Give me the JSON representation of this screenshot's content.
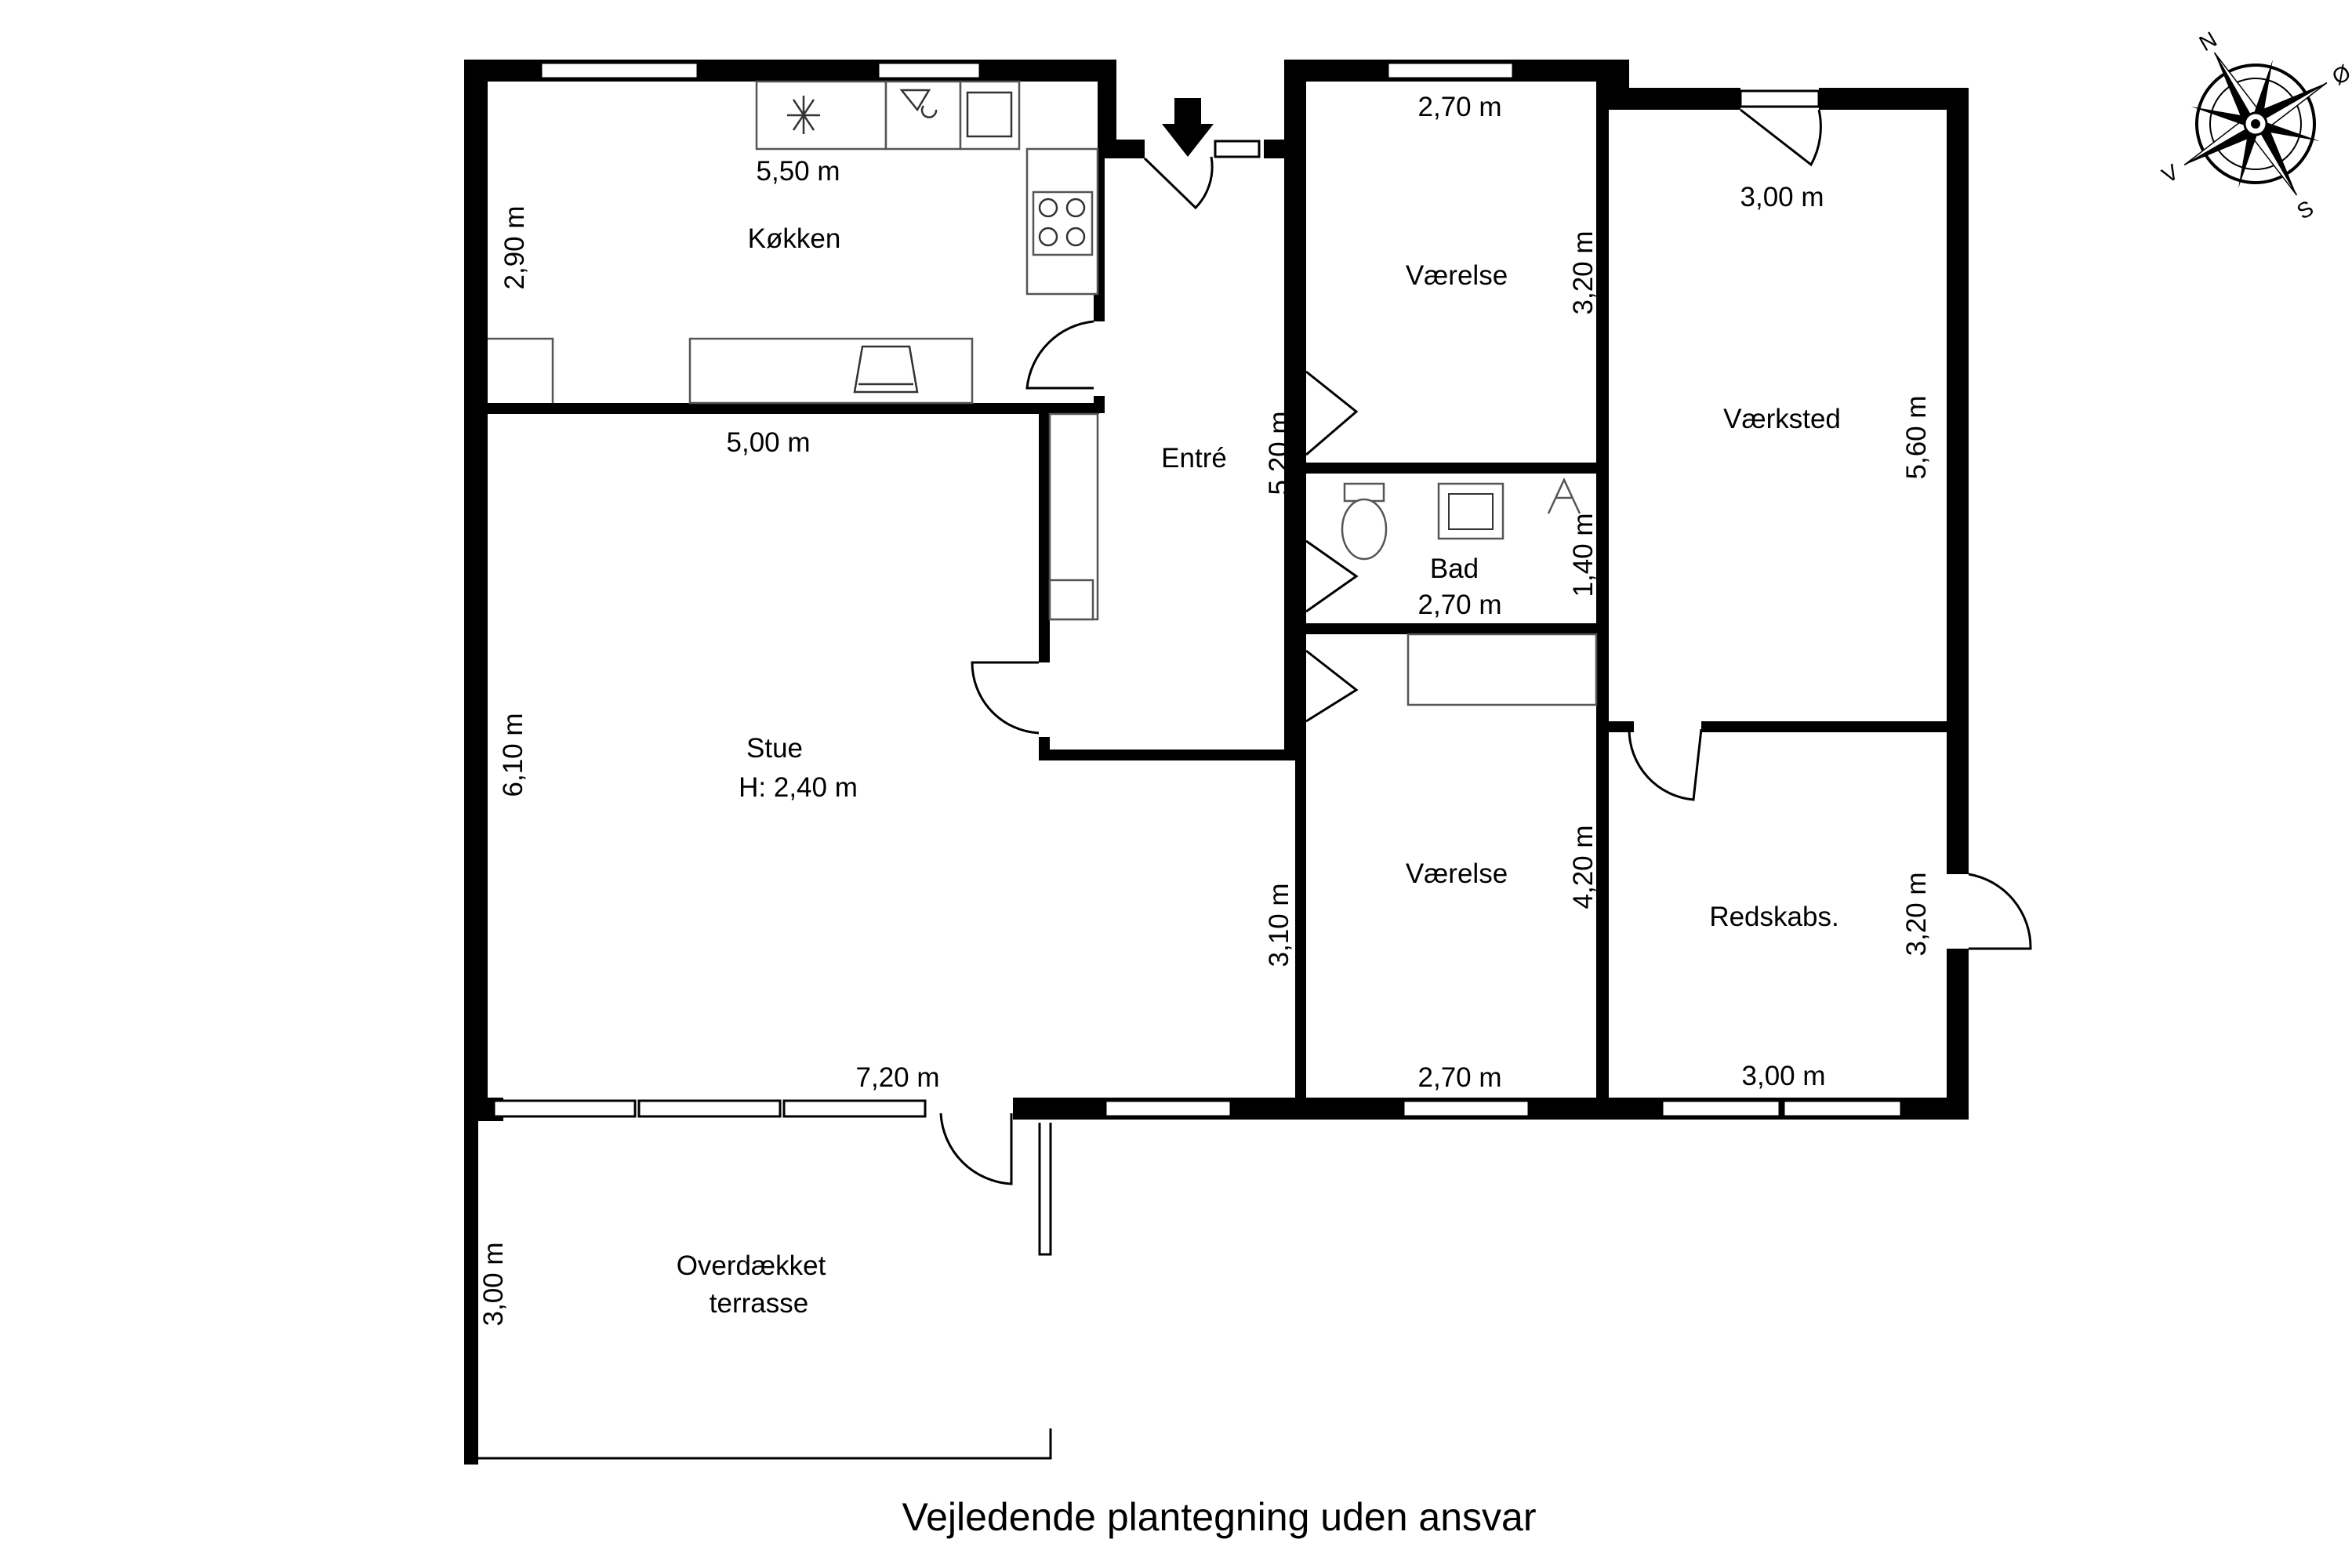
{
  "caption": "Vejledende plantegning uden ansvar",
  "compass": {
    "n": "N",
    "s": "S",
    "v": "V",
    "o": "Ø"
  },
  "rooms": {
    "kokken": {
      "name": "Køkken",
      "width": "5,50 m",
      "height": "2,90 m"
    },
    "entre": {
      "name": "Entré",
      "height": "5,20 m"
    },
    "vaerelse_top": {
      "name": "Værelse",
      "width": "2,70 m",
      "height": "3,20 m"
    },
    "vaerksted": {
      "name": "Værksted",
      "width": "3,00 m",
      "height": "5,60 m"
    },
    "bad": {
      "name": "Bad",
      "width": "2,70 m",
      "height": "1,40 m"
    },
    "stue": {
      "name": "Stue",
      "ceiling": "H: 2,40 m",
      "width_top": "5,00 m",
      "height": "6,10 m",
      "width_bottom": "7,20 m",
      "side": "3,10 m"
    },
    "vaerelse_bottom": {
      "name": "Værelse",
      "width": "2,70 m",
      "height": "4,20 m"
    },
    "redskabs": {
      "name": "Redskabs.",
      "width": "3,00 m",
      "height": "3,20 m"
    },
    "terrasse": {
      "name_line1": "Overdækket",
      "name_line2": "terrasse",
      "height": "3,00 m"
    }
  }
}
